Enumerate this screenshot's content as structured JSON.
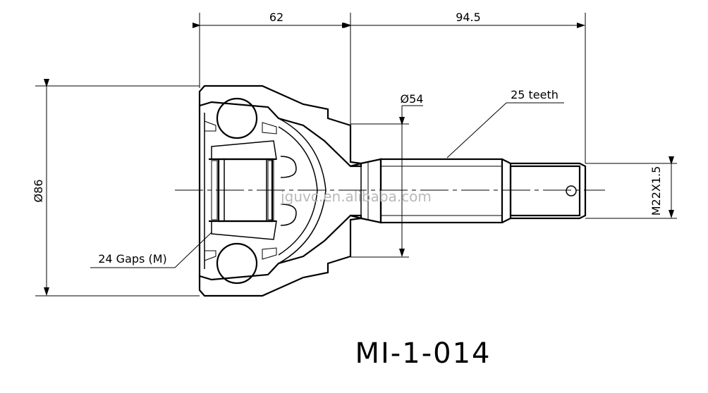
{
  "drawing": {
    "part_number": "MI-1-014",
    "watermark": "jguvc.en.alibaba.com",
    "dimensions": {
      "width_bell": "62",
      "width_shaft": "94.5",
      "outer_diameter": "Ø86",
      "shaft_diameter": "Ø54",
      "thread": "M22X1.5"
    },
    "callouts": {
      "teeth": "25 teeth",
      "gaps": "24 Gaps (M)"
    }
  },
  "colors": {
    "line": "#000000",
    "hatch": "#000000",
    "watermark": "#b9b9b9",
    "background": "#ffffff"
  }
}
